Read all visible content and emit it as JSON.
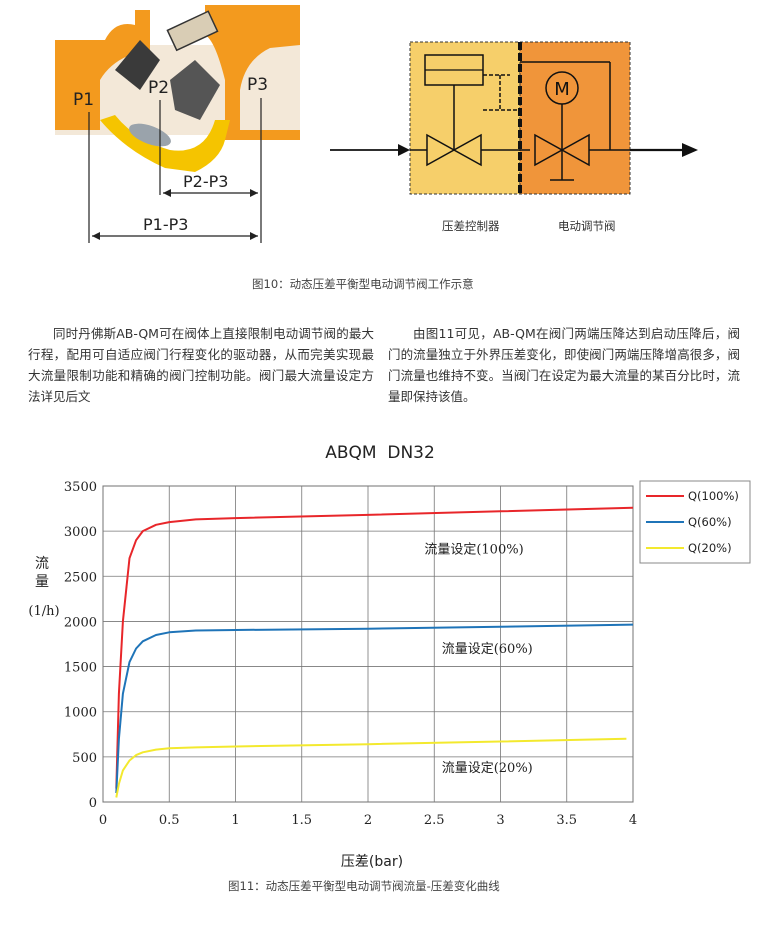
{
  "figure10": {
    "valve_labels": {
      "p1": "P1",
      "p2": "P2",
      "p3": "P3",
      "p2p3": "P2-P3",
      "p1p3": "P1-P3"
    },
    "schematic_labels": {
      "left": "压差控制器",
      "right": "电动调节阀",
      "motor": "M"
    },
    "caption": "图10：动态压差平衡型电动调节阀工作示意",
    "colors": {
      "valve_body": "#f39a1e",
      "insert": "#f5c400",
      "right_box": "#f0953a",
      "left_box": "#f6cf6a"
    }
  },
  "text": {
    "left_paragraph": "同时丹佛斯AB-QM可在阀体上直接限制电动调节阀的最大行程，配用可自适应阀门行程变化的驱动器，从而完美实现最大流量限制功能和精确的阀门控制功能。阀门最大流量设定方法详见后文",
    "right_paragraph": "由图11可见，AB-QM在阀门两端压降达到启动压降后，阀门的流量独立于外界压差变化，即使阀门两端压降增高很多，阀门流量也维持不变。当阀门在设定为最大流量的某百分比时，流量即保持该值。"
  },
  "chart_data": {
    "type": "line",
    "title": "ABQM  DN32",
    "xlabel": "压差(bar)",
    "ylabel_line1": "流",
    "ylabel_line2": "量",
    "ylabel_unit": "(1/h)",
    "xlim": [
      0,
      4
    ],
    "ylim": [
      0,
      3500
    ],
    "x_ticks": [
      0,
      0.5,
      1,
      1.5,
      2,
      2.5,
      3,
      3.5,
      4
    ],
    "x_tick_labels": [
      "0",
      "0.5",
      "1",
      "1.5",
      "2",
      "2.5",
      "3",
      "3.5",
      "4"
    ],
    "y_ticks": [
      0,
      500,
      1000,
      1500,
      2000,
      2500,
      3000,
      3500
    ],
    "y_tick_labels": [
      "0",
      "500",
      "1000",
      "1500",
      "2000",
      "2500",
      "3000",
      "3500"
    ],
    "grid": true,
    "legend_position": "right",
    "series": [
      {
        "name": "Q(100%)",
        "color": "#e8262a",
        "x": [
          0.1,
          0.12,
          0.15,
          0.2,
          0.25,
          0.3,
          0.4,
          0.5,
          0.7,
          1.0,
          2.0,
          3.0,
          4.0
        ],
        "y": [
          150,
          1200,
          2000,
          2700,
          2900,
          3000,
          3070,
          3100,
          3130,
          3145,
          3180,
          3220,
          3260
        ]
      },
      {
        "name": "Q(60%)",
        "color": "#1f74b8",
        "x": [
          0.1,
          0.12,
          0.15,
          0.2,
          0.25,
          0.3,
          0.4,
          0.5,
          0.7,
          1.0,
          2.0,
          3.0,
          4.0
        ],
        "y": [
          100,
          700,
          1200,
          1550,
          1700,
          1780,
          1850,
          1880,
          1900,
          1905,
          1920,
          1940,
          1965
        ]
      },
      {
        "name": "Q(20%)",
        "color": "#f3e92e",
        "x": [
          0.1,
          0.12,
          0.15,
          0.2,
          0.25,
          0.3,
          0.4,
          0.5,
          0.7,
          1.0,
          2.0,
          3.0,
          3.95
        ],
        "y": [
          50,
          200,
          350,
          460,
          520,
          550,
          580,
          595,
          605,
          615,
          640,
          670,
          700
        ]
      }
    ],
    "annotations": [
      "流量设定(100%)",
      "流量设定(60%)",
      "流量设定(20%)"
    ],
    "annotation_points": [
      [
        2.8,
        2750
      ],
      [
        2.9,
        1650
      ],
      [
        2.9,
        330
      ]
    ],
    "caption": "图11：动态压差平衡型电动调节阀流量-压差变化曲线"
  }
}
